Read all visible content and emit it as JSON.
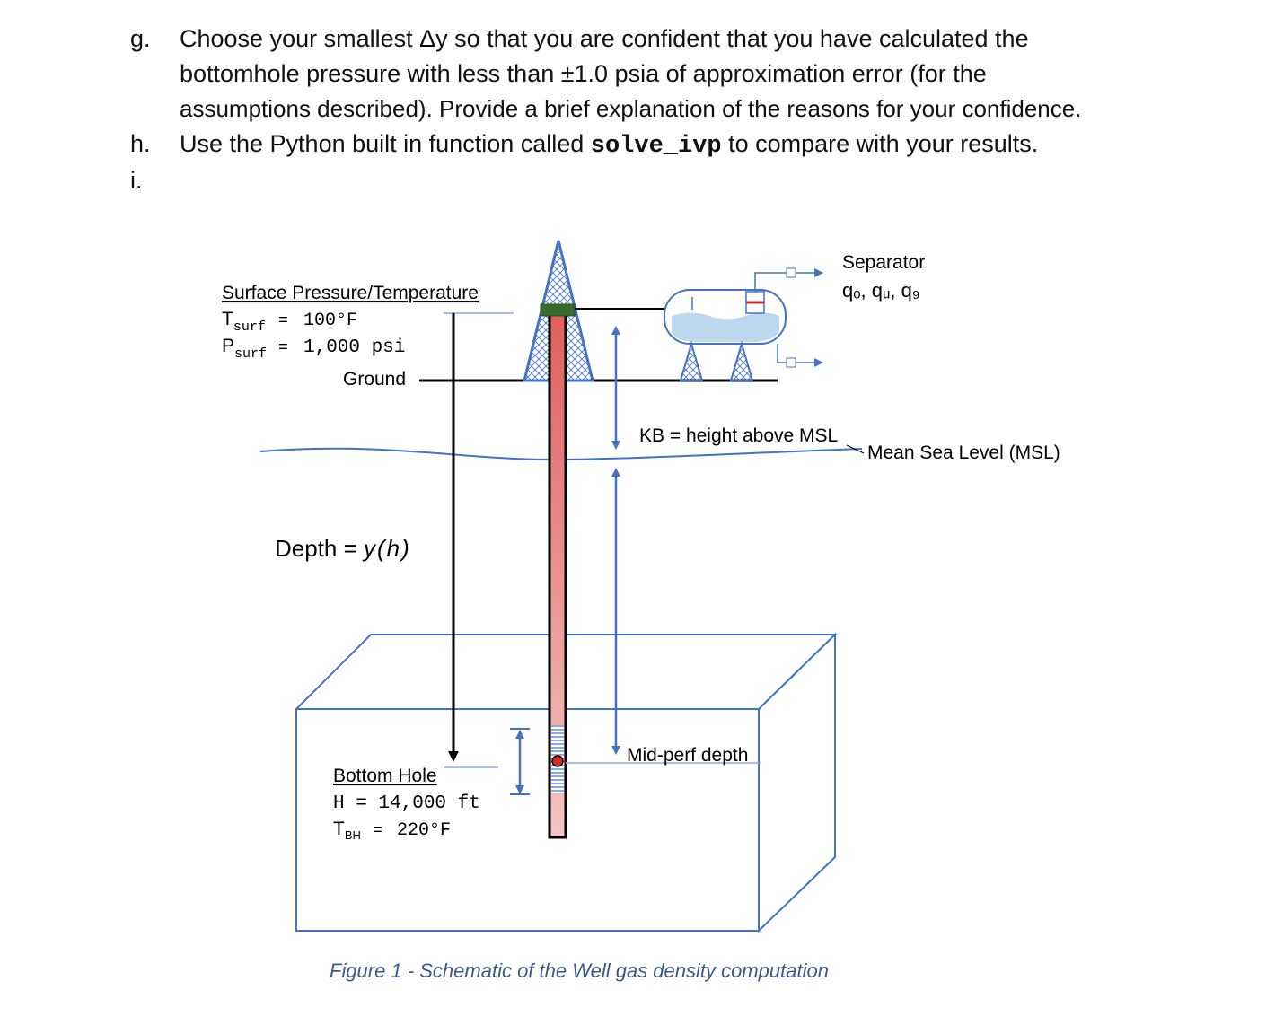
{
  "questions": [
    {
      "marker": "g.",
      "lines": [
        "Choose your smallest Δy so that you are confident that you have calculated the",
        "bottomhole pressure with less than ±1.0 psia of approximation error (for the",
        "assumptions described).  Provide a brief explanation of the reasons for your confidence."
      ]
    },
    {
      "marker": "h.",
      "pre": "Use the Python built in function called ",
      "code": "solve_ivp",
      "post": " to compare with your results."
    },
    {
      "marker": "i."
    }
  ],
  "diagram": {
    "surface_title": "Surface Pressure/Temperature",
    "tsurf_sym": "T",
    "tsurf_sub": "surf",
    "tsurf_eq": "=",
    "tsurf_val": "100°F",
    "psurf_sym": "P",
    "psurf_sub": "surf",
    "psurf_eq": "=",
    "psurf_val": "1,000 psi",
    "ground": "Ground",
    "depth_label": "Depth = ",
    "depth_fn": "y(h)",
    "separator": "Separator",
    "flows": "qₒ, qᵤ, q₉",
    "kb": "KB = height above MSL",
    "msl": "Mean Sea Level (MSL)",
    "midperf": "Mid-perf depth",
    "bottom_title": "Bottom Hole",
    "h_line": "H = 14,000 ft",
    "tbh_sym": "T",
    "tbh_sub": "BH",
    "tbh_eq": "=",
    "tbh_val": "220°F",
    "caption": "Figure 1 - Schematic of the Well gas density computation"
  },
  "colors": {
    "line_blue": "#4472c4",
    "wellbore_red": "#e46c6c",
    "separator_fill": "#bdd7ee",
    "wellhead_green": "#3a6b2f",
    "caption": "#3b5a8a"
  }
}
